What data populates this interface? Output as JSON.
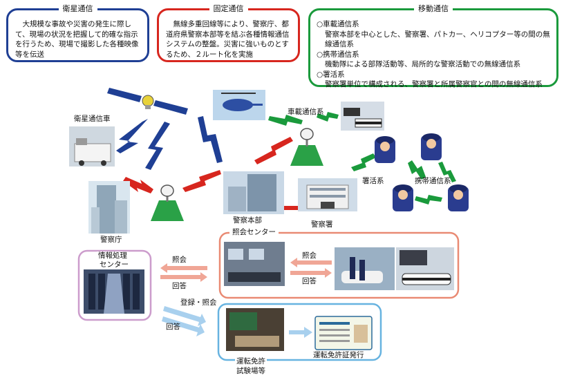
{
  "top_boxes": {
    "satellite": {
      "title": "衛星通信",
      "text": "　大規模な事故や災害の発生に際して、現場の状況を把握して的確な指示を行うため、現場で撮影した各種映像等を伝送"
    },
    "fixed": {
      "title": "固定通信",
      "text": "　無線多重回線等により、警察庁、都道府県警察本部等を結ぶ各種情報通信システムの整盤。災害に強いものとするため、２ルート化を実施"
    },
    "mobile": {
      "title": "移動通信",
      "items": [
        {
          "heading": "○車載通信系",
          "desc": "警察本部を中心とした、警察署、パトカー、ヘリコプター等の間の無線通信系"
        },
        {
          "heading": "○携帯通信系",
          "desc": "機動隊による部隊活動等、局所的な警察活動での無線通信系"
        },
        {
          "heading": "○署活系",
          "desc": "警察署単位で構成される、警察署と所属警察官との間の無線通信系"
        }
      ]
    }
  },
  "labels": {
    "satellite_car": "衛星通信車",
    "npa": "警察庁",
    "hq": "警察本部",
    "station": "警察署",
    "vehicle_system": "車載通信系",
    "station_system": "署活系",
    "portable_system": "携帯通信系"
  },
  "info_center": {
    "line1": "情報処理",
    "line2": "センター"
  },
  "inquiry_center": "照会センター",
  "flows": {
    "inquiry1": "照会",
    "answer1": "回答",
    "inquiry2": "照会",
    "answer2": "回答",
    "register": "登録・照会",
    "answer3": "回答"
  },
  "license": {
    "line1": "運転免許",
    "line2": "試験場等",
    "issue": "運転免許証発行"
  },
  "colors": {
    "blue": "#1f3f94",
    "red": "#d7261e",
    "green": "#1a9a3c",
    "salmon": "#e98a73",
    "pink_box": "#cc9ccc",
    "lightblue": "#67b3e0"
  },
  "icons": [
    "satellite-icon",
    "antenna-tower-icon",
    "police-officer-icon",
    "lightning-link-icon"
  ]
}
